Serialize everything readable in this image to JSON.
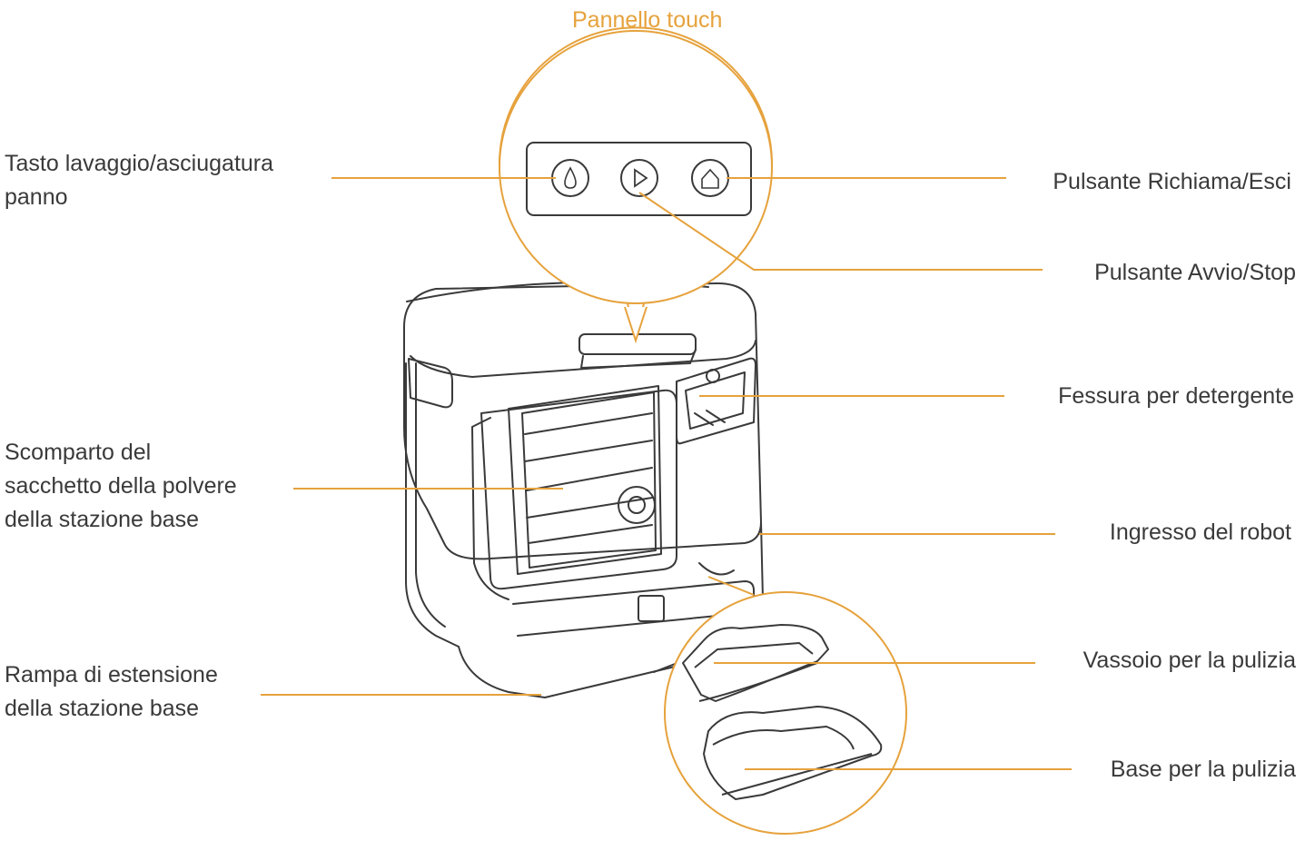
{
  "colors": {
    "accent": "#e6a23c",
    "line_art": "#3a3a3a",
    "text": "#3a3a3a"
  },
  "callout_title": "Pannello touch",
  "labels": {
    "wash_dry_button": "Tasto lavaggio/asciugatura\npanno",
    "dust_bag_compartment": "Scomparto del\nsacchetto della polvere\ndella stazione base",
    "extension_ramp": "Rampa di estensione\ndella stazione base",
    "recall_exit_button": "Pulsante Richiama/Esci",
    "start_stop_button": "Pulsante Avvio/Stop",
    "detergent_slot": "Fessura per detergente",
    "robot_entrance": "Ingresso del robot",
    "cleaning_tray": "Vassoio per la pulizia",
    "cleaning_base": "Base per la pulizia"
  },
  "icons": [
    "drop-icon",
    "play-icon",
    "home-icon"
  ]
}
